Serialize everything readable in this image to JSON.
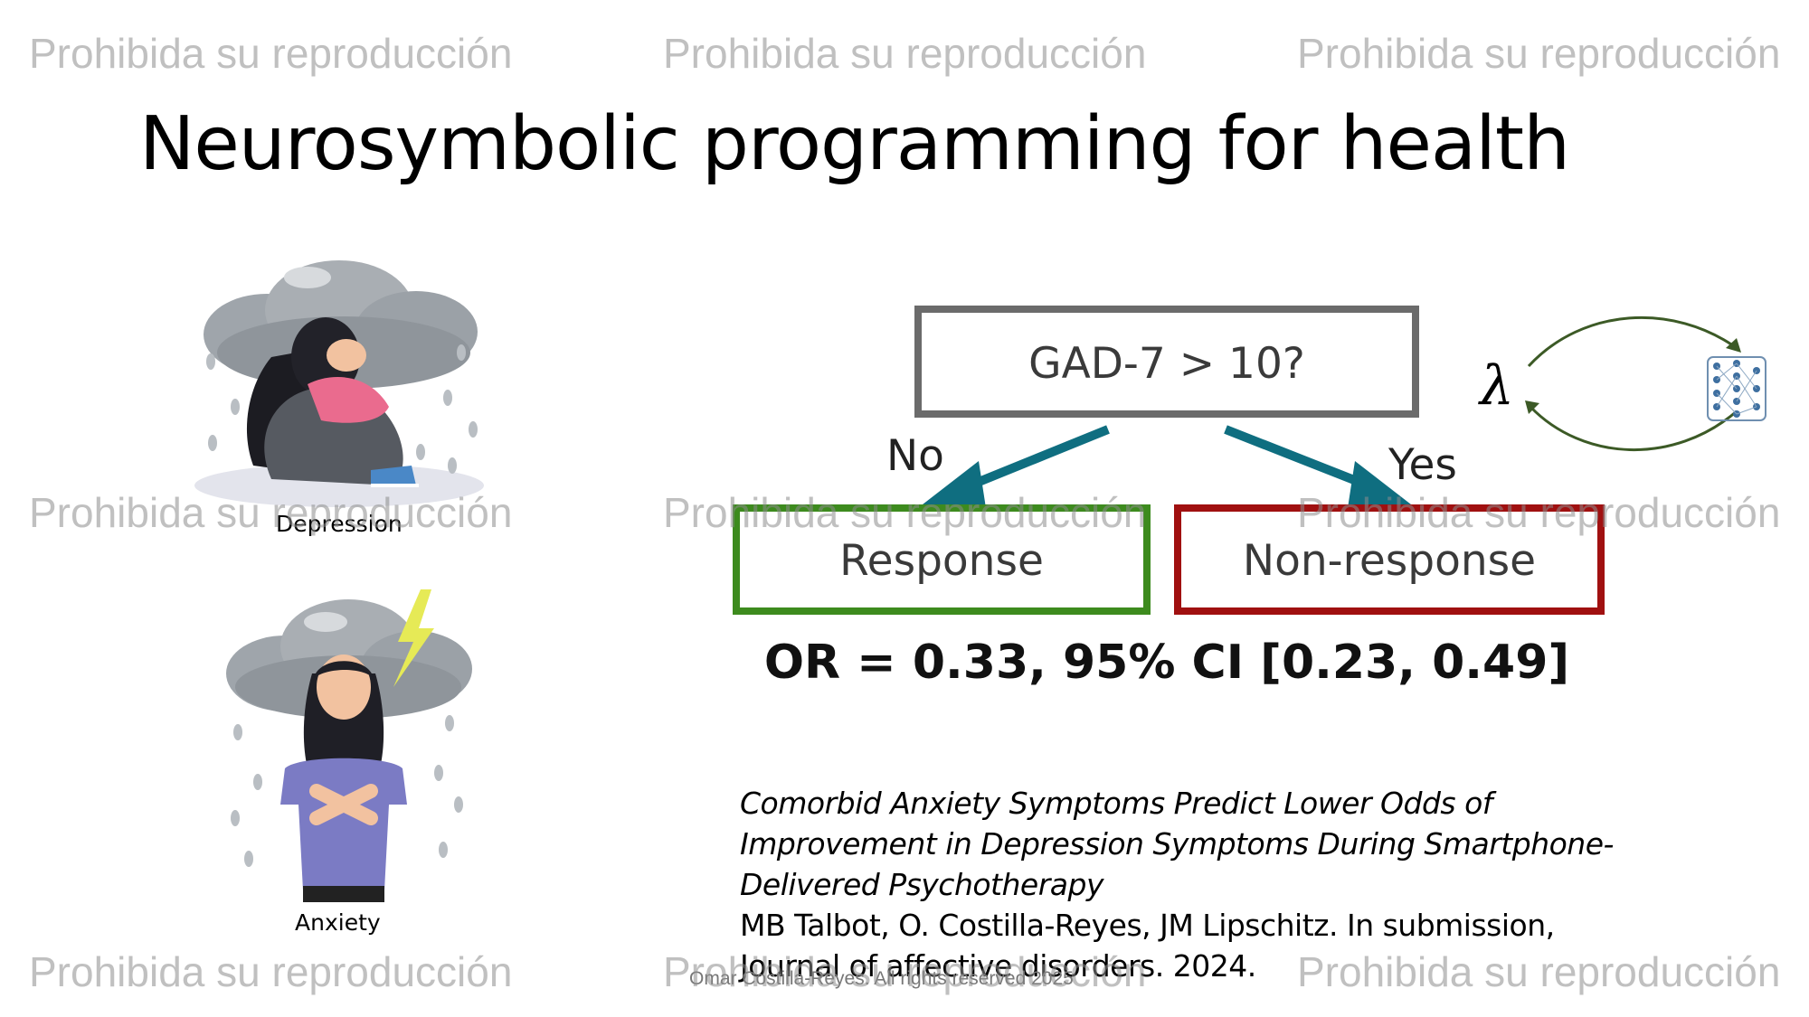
{
  "slide": {
    "title": "Neurosymbolic programming for health",
    "depression_caption": "Depression",
    "anxiety_caption": "Anxiety",
    "lambda_symbol": "λ",
    "neural_net_icon": "neural-network-icon",
    "footer": "Omar Costilla-Reyes. All rights reserved 2025"
  },
  "tree": {
    "root": "GAD-7 > 10?",
    "edge_no": "No",
    "edge_yes": "Yes",
    "leaf_left": "Response",
    "leaf_right": "Non-response",
    "stat": "OR = 0.33, 95% CI [0.23, 0.49]",
    "colors": {
      "root_border": "#6b6b6b",
      "response_border": "#3d8b1e",
      "nonresponse_border": "#a01010",
      "arrow": "#0f6e80"
    }
  },
  "reference": {
    "title_line1": "Comorbid Anxiety Symptoms Predict Lower Odds of",
    "title_line2": "Improvement in Depression Symptoms During Smartphone-",
    "title_line3": "Delivered Psychotherapy",
    "authors": "MB Talbot, O. Costilla-Reyes, JM Lipschitz. In submission,",
    "journal": "Journal of affective disorders. 2024."
  },
  "watermark": {
    "text": "Prohibida su reproducción"
  }
}
